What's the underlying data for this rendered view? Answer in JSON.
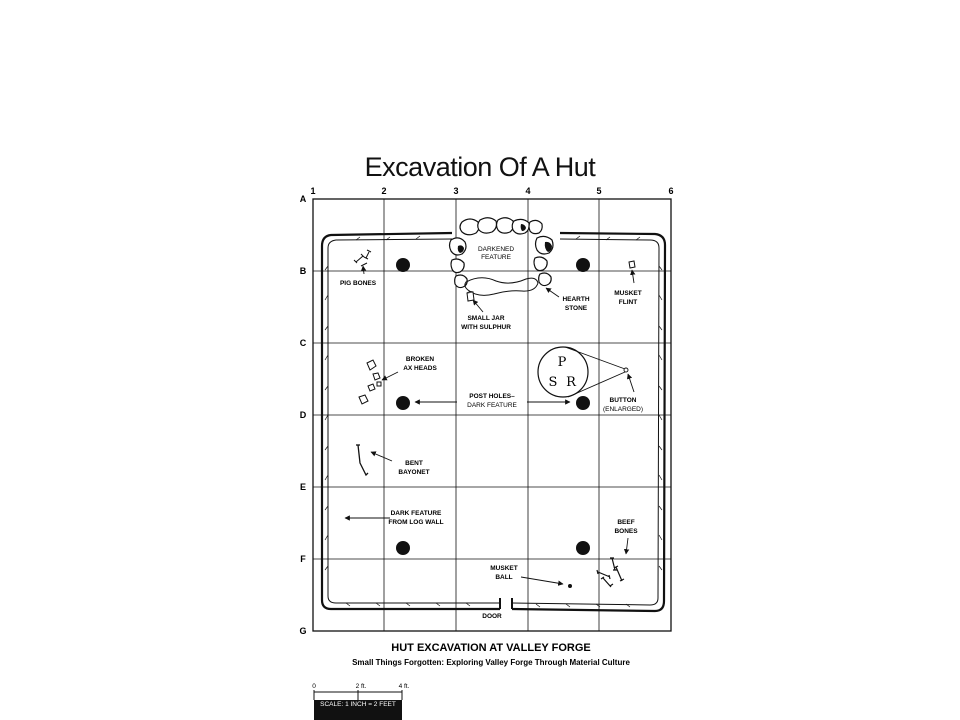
{
  "title": "Excavation Of A Hut",
  "columns": [
    "1",
    "2",
    "3",
    "4",
    "5",
    "6"
  ],
  "rows": [
    "A",
    "B",
    "C",
    "D",
    "E",
    "F",
    "G"
  ],
  "labels": {
    "darkened_feature_1": "DARKENED",
    "darkened_feature_2": "FEATURE",
    "pig_bones": "PIG BONES",
    "hearth_1": "HEARTH",
    "hearth_2": "STONE",
    "musket_flint_1": "MUSKET",
    "musket_flint_2": "FLINT",
    "small_jar_1": "SMALL JAR",
    "small_jar_2": "WITH SULPHUR",
    "broken_ax_1": "BROKEN",
    "broken_ax_2": "AX HEADS",
    "post_holes_1": "POST HOLES–",
    "post_holes_2": "DARK FEATURE",
    "button_1": "BUTTON",
    "button_2": "(ENLARGED)",
    "button_letter_p": "P",
    "button_letter_s": "S",
    "button_letter_r": "R",
    "bent_bayonet_1": "BENT",
    "bent_bayonet_2": "BAYONET",
    "dark_log_1": "DARK FEATURE",
    "dark_log_2": "FROM LOG WALL",
    "beef_bones_1": "BEEF",
    "beef_bones_2": "BONES",
    "musket_ball_1": "MUSKET",
    "musket_ball_2": "BALL",
    "door": "DOOR"
  },
  "caption": {
    "line1": "HUT EXCAVATION AT VALLEY FORGE",
    "line2": "Small Things Forgotten: Exploring Valley Forge Through Material Culture"
  },
  "scale": {
    "tick_0": "0",
    "tick_2": "2 ft.",
    "tick_4": "4 ft.",
    "legend": "SCALE: 1 INCH = 2 FEET"
  }
}
